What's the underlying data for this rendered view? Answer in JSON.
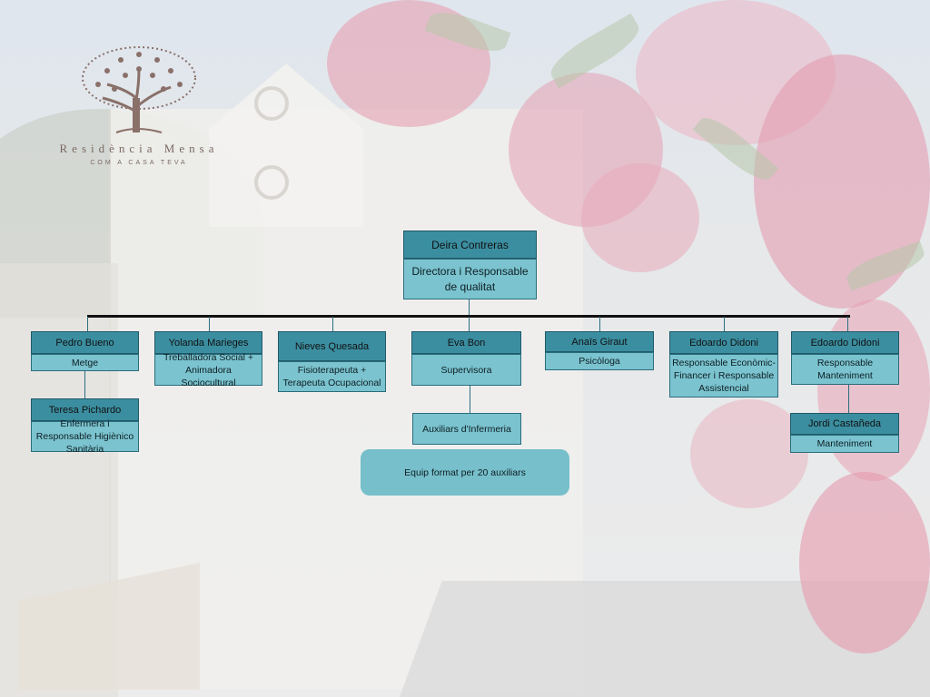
{
  "logo": {
    "name": "Residència Mensa",
    "tagline": "COM A CASA TEVA",
    "icon": "tree-icon"
  },
  "colors": {
    "header": "#3b8ea0",
    "role": "#7ac3cf",
    "note": "#76bfcb",
    "bus": "#111111"
  },
  "director": {
    "name": "Deira Contreras",
    "role": "Directora i Responsable de qualitat"
  },
  "staff": [
    {
      "name": "Pedro Bueno",
      "role": "Metge"
    },
    {
      "name": "Yolanda Marieges",
      "role": "Treballadora Social + Animadora Sociocultural"
    },
    {
      "name": "Nieves Quesada",
      "role": "Fisioterapeuta + Terapeuta Ocupacional"
    },
    {
      "name": "Eva Bon",
      "role": "Supervisora"
    },
    {
      "name": "Anaïs Giraut",
      "role": "Psicòloga"
    },
    {
      "name": "Edoardo Didoni",
      "role": "Responsable Econòmic-Financer i Responsable Assistencial"
    },
    {
      "name": "Edoardo Didoni",
      "role": "Responsable Manteniment"
    }
  ],
  "sub": {
    "nurse": {
      "name": "Teresa Pichardo",
      "role": "Enfermera i Responsable Higiènico Sanitària"
    },
    "auxiliaries": {
      "label": "Auxiliars d'Infermeria",
      "note": "Equip format per 20 auxiliars"
    },
    "maintenance": {
      "name": "Jordi Castañeda",
      "role": "Manteniment"
    }
  }
}
